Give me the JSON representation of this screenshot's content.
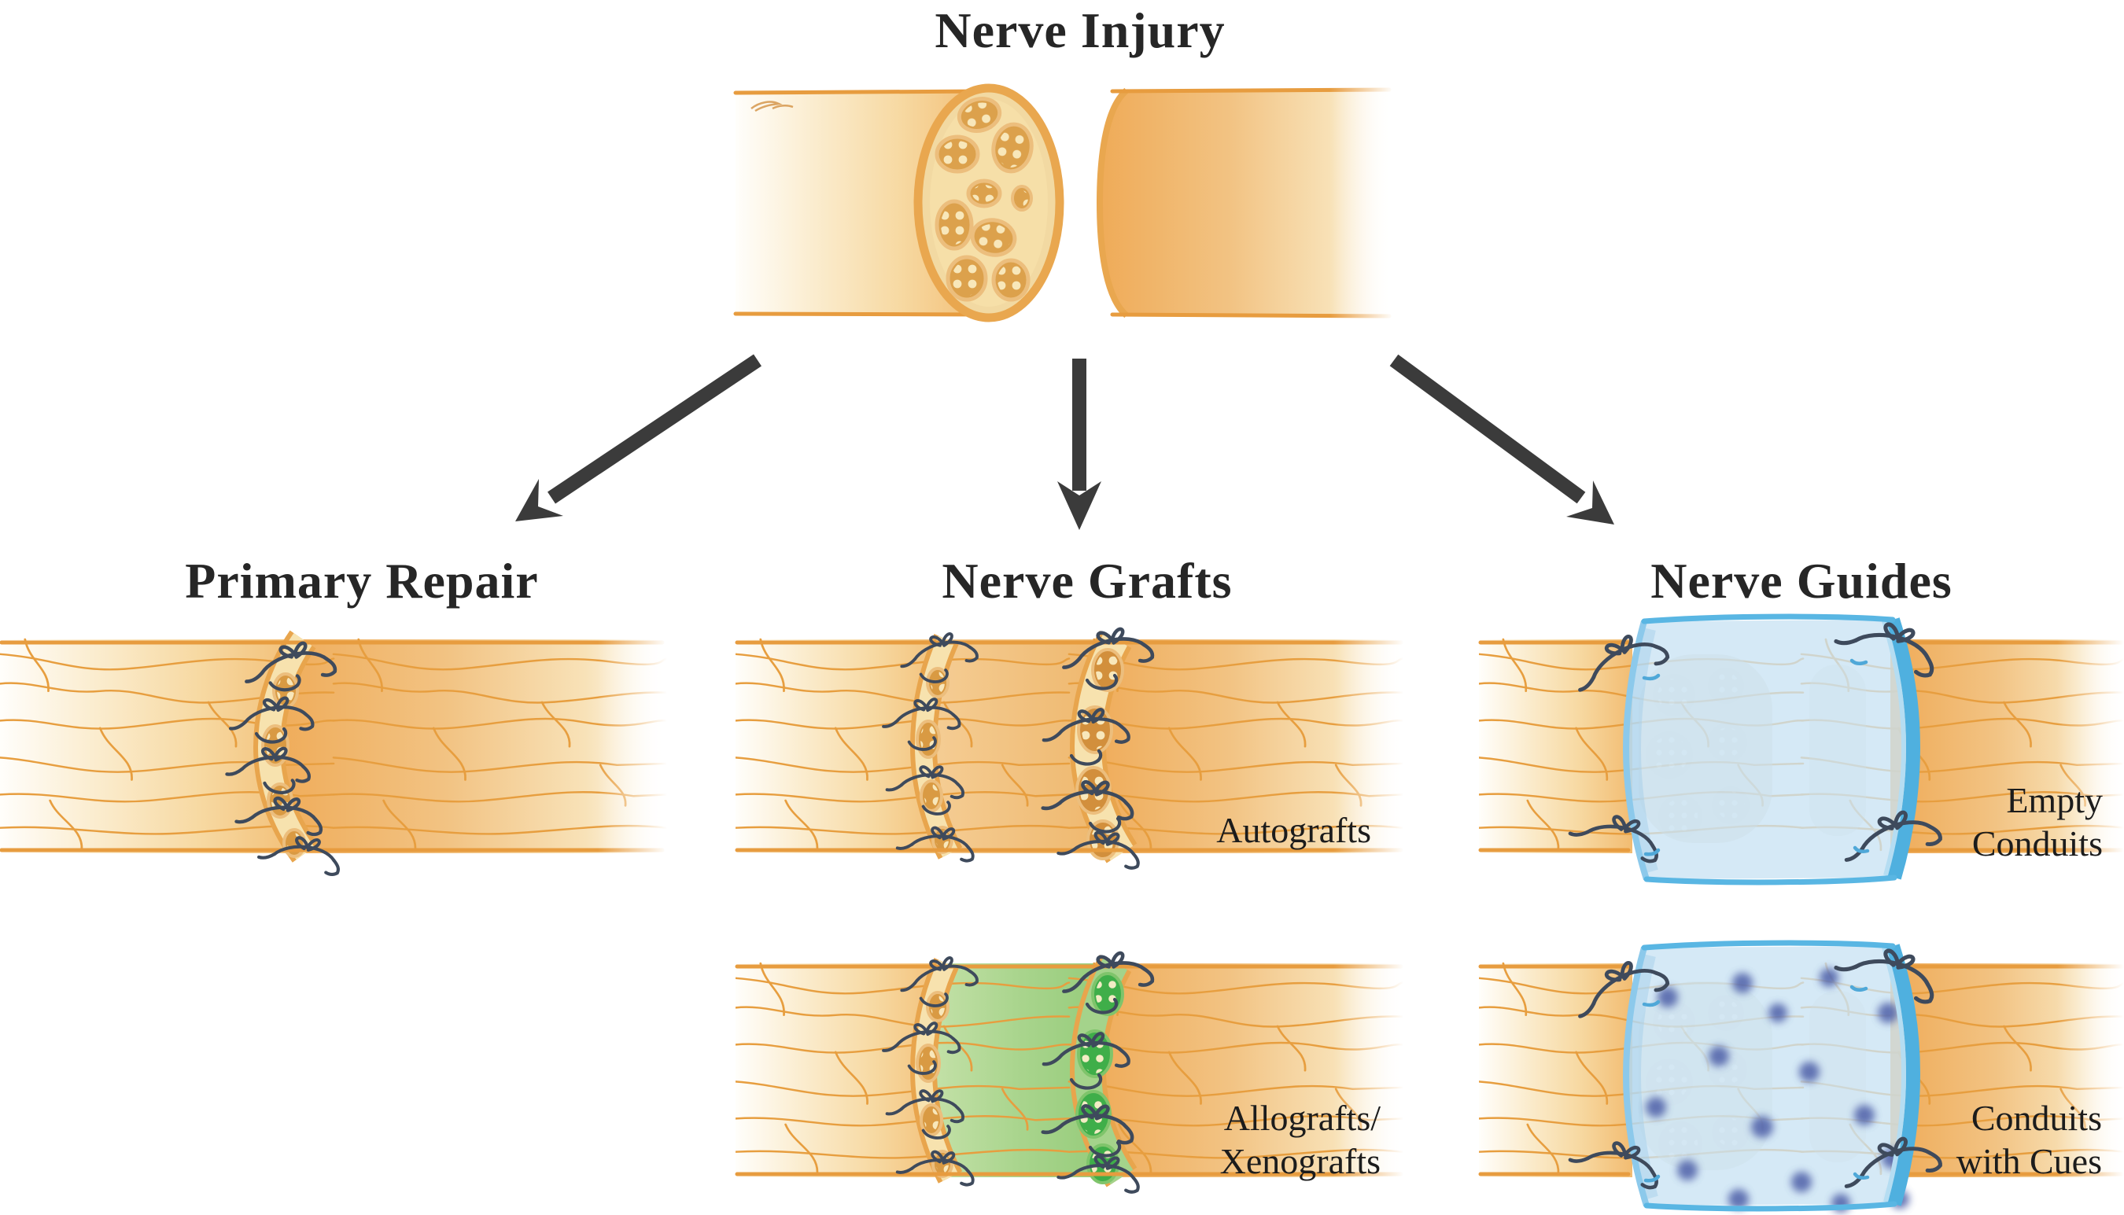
{
  "figure": {
    "type": "nerve-repair-strategies-diagram",
    "title": "Nerve Injury",
    "branch_titles": {
      "primary_repair": "Primary Repair",
      "nerve_grafts": "Nerve Grafts",
      "nerve_guides": "Nerve Guides"
    },
    "labels": {
      "autografts": "Autografts",
      "allografts": [
        "Allografts/",
        "Xenografts"
      ],
      "empty_conduits": [
        "Empty",
        "Conduits"
      ],
      "conduits_with_cues": [
        "Conduits",
        "with Cues"
      ]
    },
    "colors": {
      "background": "#FFFFFF",
      "nerve_orange": "#EFAC59",
      "nerve_light_cream": "#FBEDD0",
      "nerve_outline": "#E79C3F",
      "cross_section_face": "#F6DFA8",
      "fascicle": "#DCA14C",
      "axon_dot": "#F8E7BA",
      "graft_green": "#A6D38A",
      "green_fascicle": "#3FAE49",
      "suture_thread": "#3E4A5C",
      "conduit_blue_fill": "#C9E3F3",
      "conduit_blue_edge": "#54B3E1",
      "cue_dot_blue": "#4E5EA7",
      "arrow_gray": "#3B3B3B",
      "text_color": "#262626"
    }
  }
}
